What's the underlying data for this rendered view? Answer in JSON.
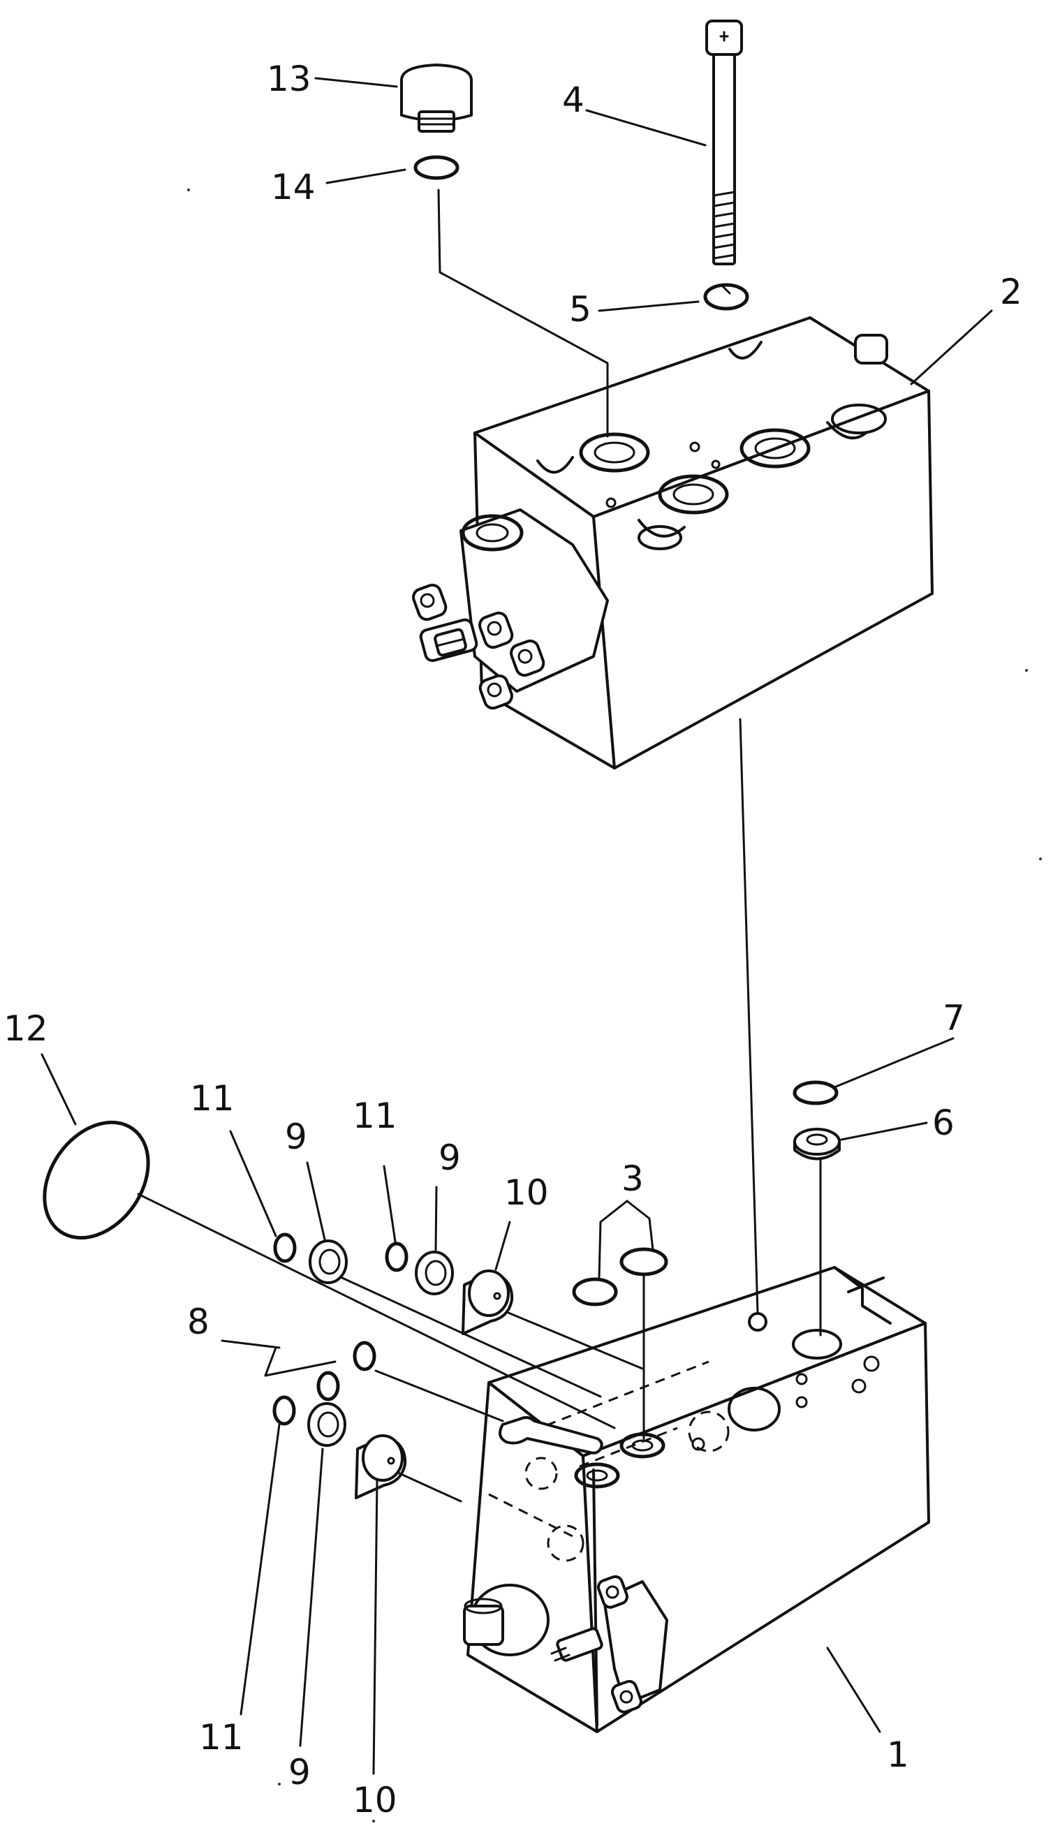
{
  "callouts": {
    "c1": "1",
    "c2": "2",
    "c3": "3",
    "c4": "4",
    "c5": "5",
    "c6": "6",
    "c7": "7",
    "c8": "8",
    "c9a": "9",
    "c9b": "9",
    "c9c": "9",
    "c10a": "10",
    "c10b": "10",
    "c11a": "11",
    "c11b": "11",
    "c11c": "11",
    "c12": "12",
    "c13": "13",
    "c14": "14"
  },
  "colors": {
    "ink": "#111111",
    "paper": "#ffffff"
  }
}
